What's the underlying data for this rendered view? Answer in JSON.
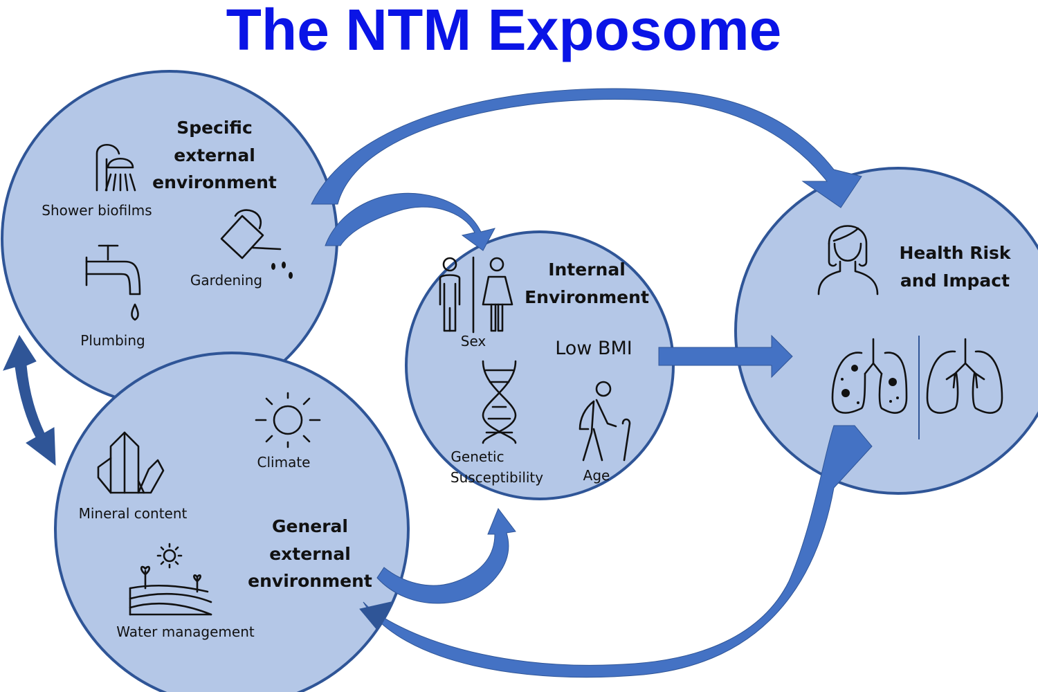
{
  "title": "The NTM Exposome",
  "specific": {
    "heading_lines": [
      "Specific",
      "external",
      "environment"
    ],
    "items": [
      "Shower biofilms",
      "Gardening",
      "Plumbing"
    ]
  },
  "general": {
    "heading_lines": [
      "General",
      "external",
      "environment"
    ],
    "items": [
      "Climate",
      "Mineral content",
      "Water management"
    ]
  },
  "internal": {
    "heading_lines": [
      "Internal",
      "Environment"
    ],
    "items": [
      "Sex",
      "Low BMI",
      "Genetic",
      "Susceptibility",
      "Age"
    ]
  },
  "health": {
    "heading_lines": [
      "Health Risk",
      "and Impact"
    ]
  },
  "colors": {
    "title": "#0a14e6",
    "circle_fill": "#b4c7e7",
    "circle_stroke": "#2f5597",
    "arrow": "#4472c4"
  },
  "icons": [
    "shower-icon",
    "watering-can-icon",
    "faucet-icon",
    "sun-icon",
    "crystal-icon",
    "farm-field-icon",
    "restroom-icon",
    "dna-icon",
    "elderly-person-icon",
    "woman-icon",
    "infected-lungs-icon",
    "healthy-lungs-icon"
  ]
}
